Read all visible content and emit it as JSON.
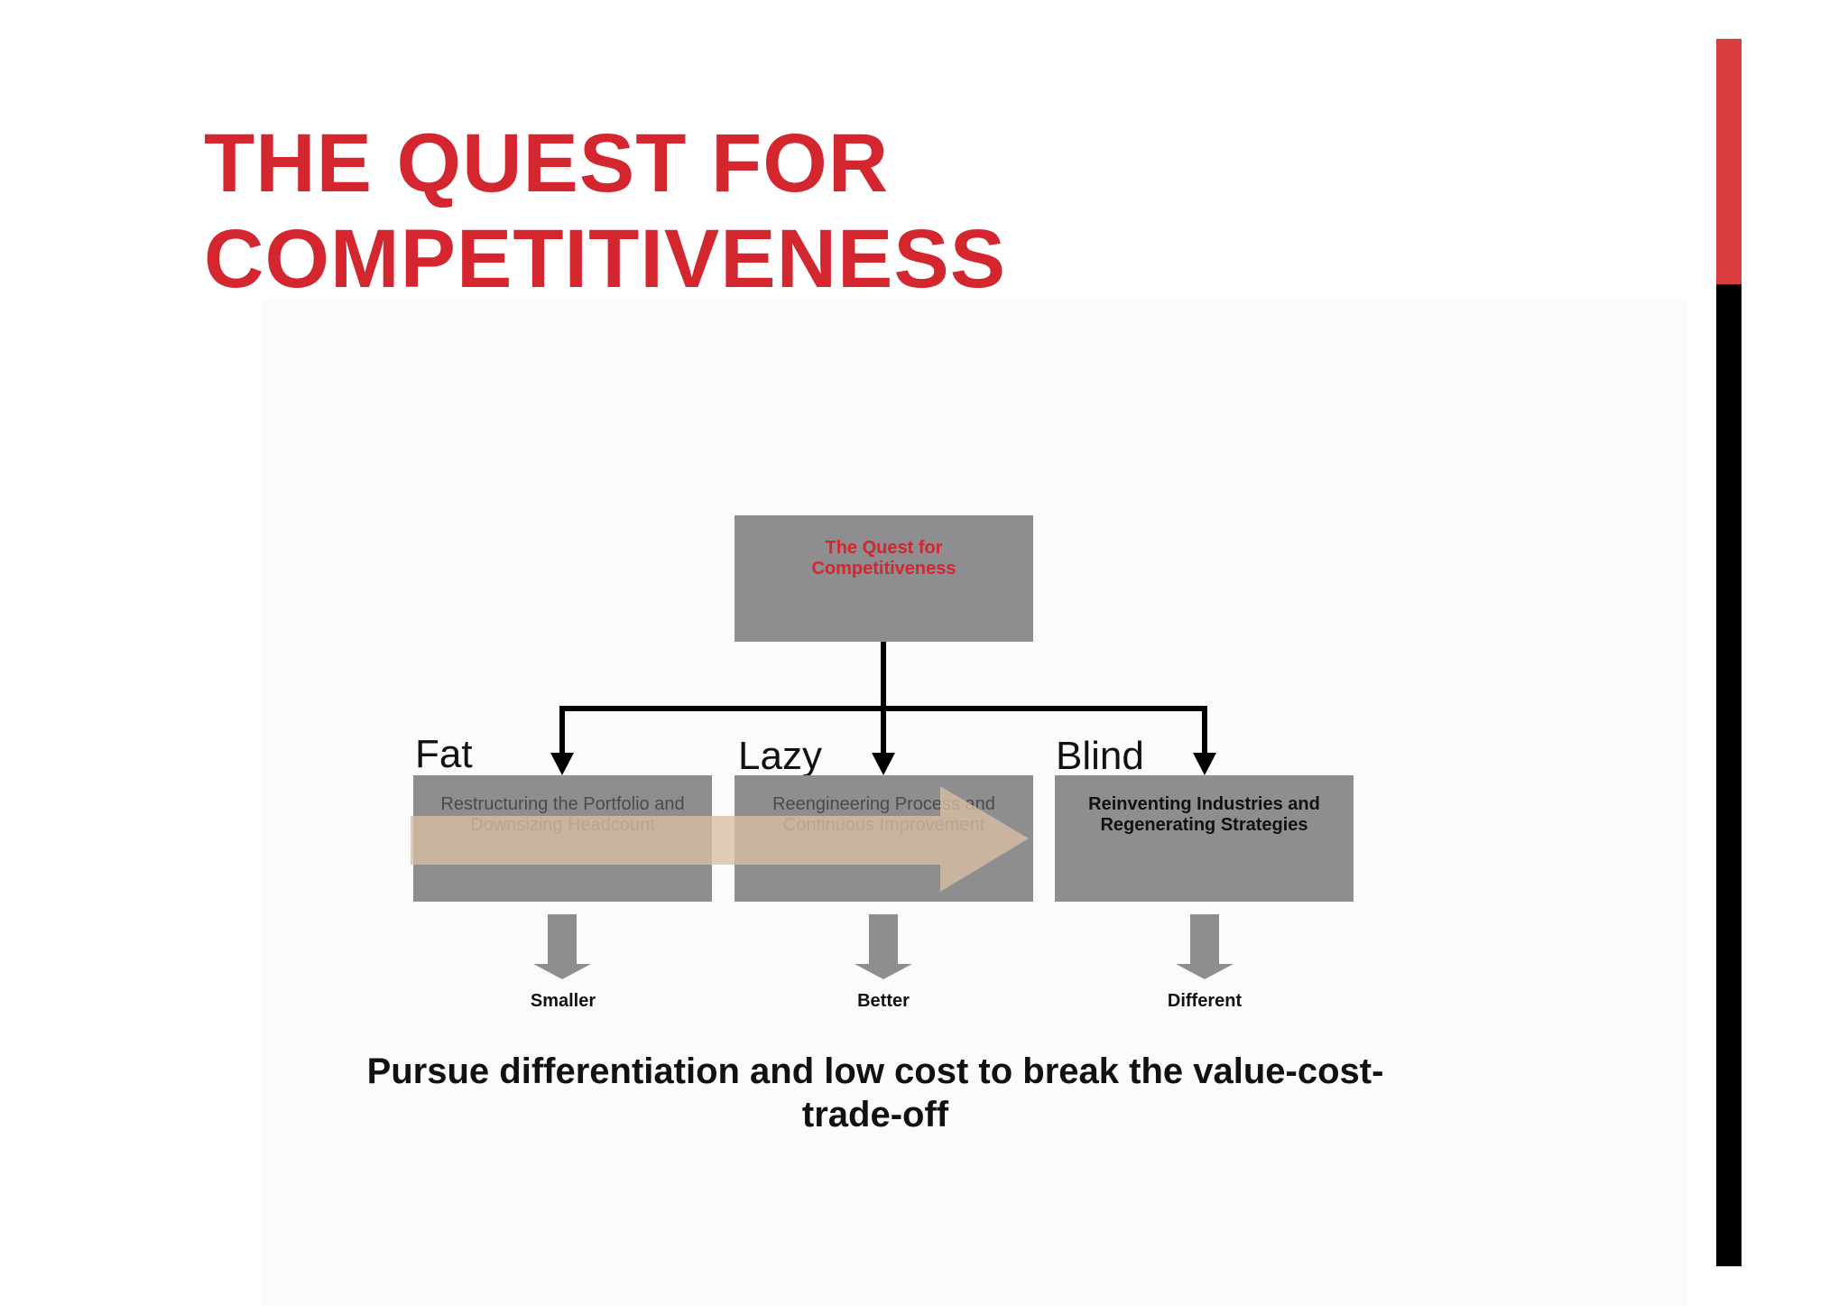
{
  "slide": {
    "title_line1": "THE QUEST FOR",
    "title_line2": "COMPETITIVENESS",
    "conclusion": "Pursue differentiation and low cost to break the value-cost-trade-off"
  },
  "diagram": {
    "root": {
      "line1": "The Quest for",
      "line2": "Competitiveness"
    },
    "branches": [
      {
        "label": "Fat",
        "box_line1": "Restructuring the Portfolio and",
        "box_line2": "Downsizing Headcount",
        "result": "Smaller"
      },
      {
        "label": "Lazy",
        "box_line1": "Reengineering Process and",
        "box_line2": "Continuous Improvement",
        "result": "Better"
      },
      {
        "label": "Blind",
        "box_line1": "Reinventing Industries and",
        "box_line2": "Regenerating Strategies",
        "result": "Different"
      }
    ]
  },
  "colors": {
    "title_red": "#d4262e",
    "accent_bar_red": "#d93d3e",
    "accent_bar_black": "#000000",
    "box_gray": "#8e8d90",
    "progress_arrow": "#d9bfa3"
  }
}
